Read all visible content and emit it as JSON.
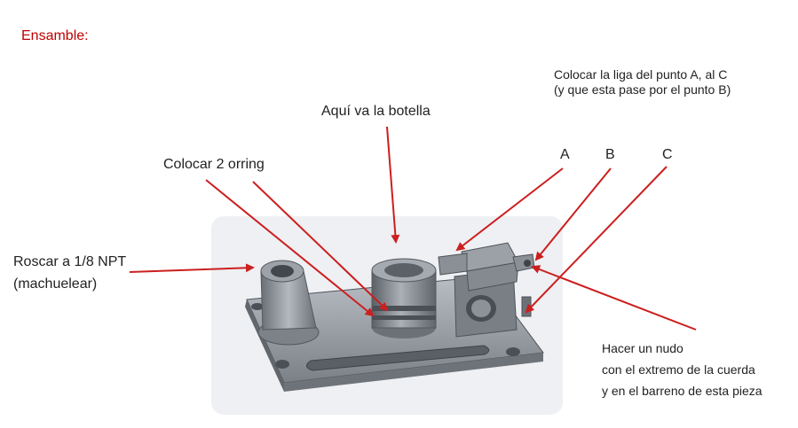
{
  "title": "Ensamble:",
  "instruction": {
    "line1": "Colocar la liga del punto A, al C",
    "line2": "(y que esta pase por el punto B)"
  },
  "labels": {
    "bottle": "Aquí va la botella",
    "orring": "Colocar 2 orring",
    "thread_line1": "Roscar a 1/8 NPT",
    "thread_line2": "(machuelear)",
    "point_a": "A",
    "point_b": "B",
    "point_c": "C",
    "knot_line1": "Hacer un nudo",
    "knot_line2": "con el extremo de la cuerda",
    "knot_line3": "y en el barreno de esta pieza"
  },
  "colors": {
    "title": "#c00000",
    "arrow": "#cc1f1f",
    "part_dark": "#55595f",
    "part_mid": "#8a8f96",
    "part_light": "#c3c7cc",
    "panel": "#eef0f3"
  }
}
